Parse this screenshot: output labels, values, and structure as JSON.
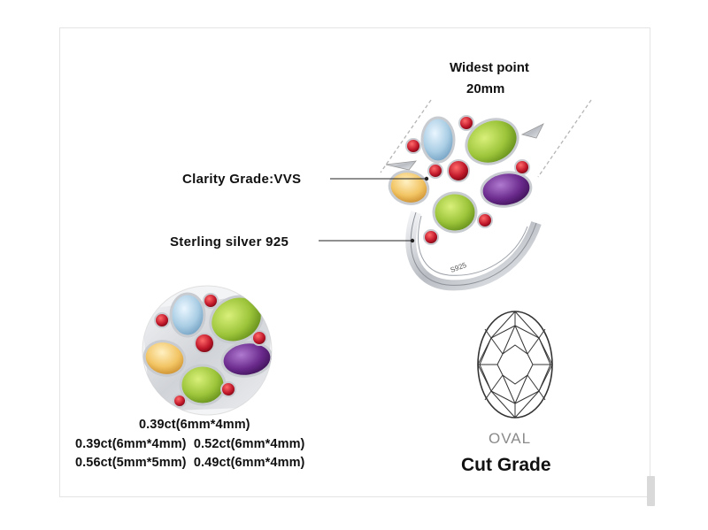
{
  "annotations": {
    "widest_point_label": "Widest point",
    "widest_point_value": "20mm",
    "clarity": "Clarity Grade:VVS",
    "material": "Sterling silver 925"
  },
  "ring": {
    "band_stamp": "S925"
  },
  "carats": {
    "center_stone": "0.39ct(6mm*4mm)",
    "row1": "0.39ct(6mm*4mm)  0.52ct(6mm*4mm)",
    "row2": "0.56ct(5mm*5mm)  0.49ct(6mm*4mm)"
  },
  "cut": {
    "shape": "OVAL",
    "title": "Cut Grade"
  },
  "colors": {
    "peridot": "#9cc43a",
    "amethyst": "#6a2a8c",
    "blue_topaz": "#a9cde4",
    "citrine": "#f2c463",
    "garnet": "#c0182a",
    "silver": "#cfd2d6"
  }
}
